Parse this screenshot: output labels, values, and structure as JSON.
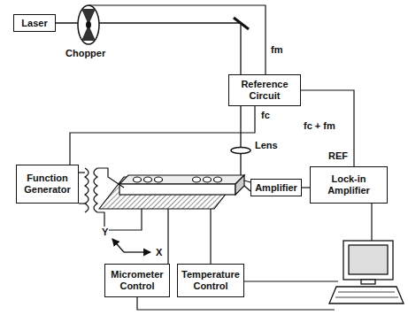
{
  "diagram": {
    "nodes": [
      {
        "text": [
          "Laser"
        ]
      },
      {
        "text": [
          "Reference Circuit"
        ]
      },
      {
        "text": [
          "Function Generator"
        ]
      },
      {
        "text": [
          "Amplifier"
        ]
      },
      {
        "text": [
          "Lock-in Amplifier"
        ]
      },
      {
        "text": [
          "Micrometer Control"
        ]
      },
      {
        "text": [
          "Temperature Control"
        ]
      }
    ],
    "edges": [
      {
        "from": 2,
        "to": 1,
        "label": "fc",
        "arrow": "none"
      },
      {
        "from": 1,
        "to": 4,
        "label": "fc + fm",
        "arrow": "none"
      },
      {
        "from": 3,
        "to": 4,
        "arrow": "none"
      }
    ],
    "labels": [
      "Chopper",
      "fm",
      "Lens",
      "REF",
      "Y",
      "X"
    ]
  }
}
